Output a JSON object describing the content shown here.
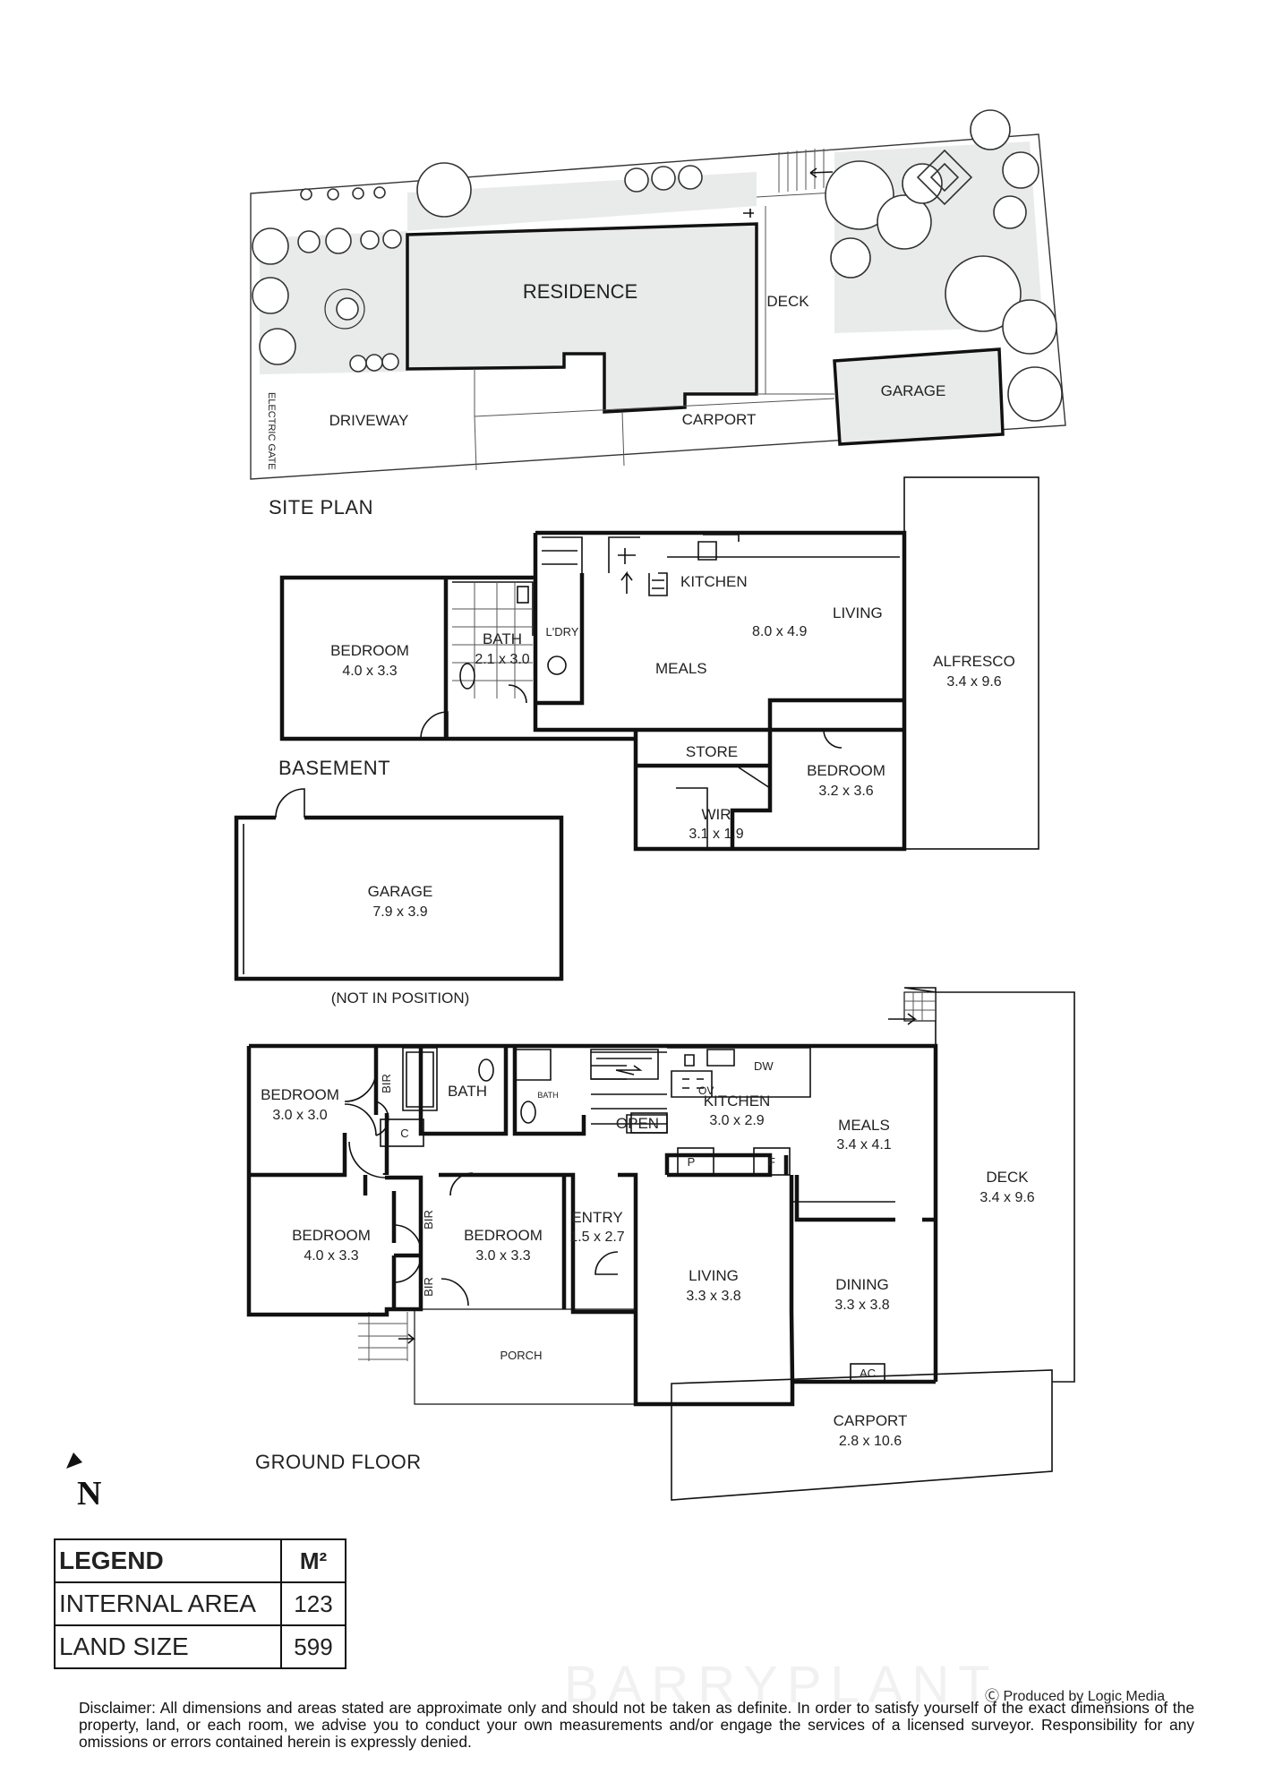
{
  "site_plan": {
    "title": "SITE PLAN",
    "residence": "RESIDENCE",
    "deck": "DECK",
    "garage": "GARAGE",
    "driveway": "DRIVEWAY",
    "carport": "CARPORT",
    "electric_gate": "ELECTRIC GATE"
  },
  "basement": {
    "title": "BASEMENT",
    "bedroom_1": {
      "name": "BEDROOM",
      "dim": "4.0 x 3.3"
    },
    "bath": {
      "name": "BATH",
      "dim": "2.1 x 3.0"
    },
    "laundry": "L'DRY",
    "kitchen": "KITCHEN",
    "living": "LIVING",
    "living_dim": "8.0 x 4.9",
    "meals": "MEALS",
    "alfresco": {
      "name": "ALFRESCO",
      "dim": "3.4 x 9.6"
    },
    "store": "STORE",
    "bedroom_2": {
      "name": "BEDROOM",
      "dim": "3.2 x 3.6"
    },
    "wir": {
      "name": "WIR",
      "dim": "3.1 x 1.9"
    },
    "garage": {
      "name": "GARAGE",
      "dim": "7.9 x 3.9"
    },
    "garage_note": "(NOT IN POSITION)"
  },
  "ground_floor": {
    "title": "GROUND FLOOR",
    "bedroom_1": {
      "name": "BEDROOM",
      "dim": "3.0 x 3.0"
    },
    "bir": "BIR",
    "bath": "BATH",
    "ensuite": "BATH",
    "cupboard": "C",
    "open": "OPEN",
    "ov": "OV",
    "dw": "DW",
    "kitchen": {
      "name": "KITCHEN",
      "dim": "3.0 x 2.9"
    },
    "meals": {
      "name": "MEALS",
      "dim": "3.4 x 4.1"
    },
    "pantry": "P",
    "fridge": "F",
    "deck": {
      "name": "DECK",
      "dim": "3.4 x 9.6"
    },
    "bedroom_2": {
      "name": "BEDROOM",
      "dim": "4.0 x 3.3"
    },
    "bedroom_3": {
      "name": "BEDROOM",
      "dim": "3.0 x 3.3"
    },
    "entry": {
      "name": "ENTRY",
      "dim": "1.5 x 2.7"
    },
    "living": {
      "name": "LIVING",
      "dim": "3.3 x 3.8"
    },
    "dining": {
      "name": "DINING",
      "dim": "3.3 x 3.8"
    },
    "ac": "AC",
    "porch": "PORCH",
    "carport": {
      "name": "CARPORT",
      "dim": "2.8 x 10.6"
    }
  },
  "north": "N",
  "legend": {
    "header": "LEGEND",
    "unit": "M²",
    "rows": [
      {
        "label": "INTERNAL AREA",
        "value": "123"
      },
      {
        "label": "LAND SIZE",
        "value": "599"
      }
    ]
  },
  "watermark": "BARRYPLANT",
  "credit": "Ⓒ Produced by Logic Media",
  "disclaimer": "Disclaimer: All dimensions and areas stated are approximate only and should not be taken as definite. In order to satisfy yourself of the exact dimensions of the property, land, or each room, we advise you to conduct your own measurements and/or engage the services of a licensed surveyor. Responsibility for any omissions or errors contained herein is expressly denied."
}
